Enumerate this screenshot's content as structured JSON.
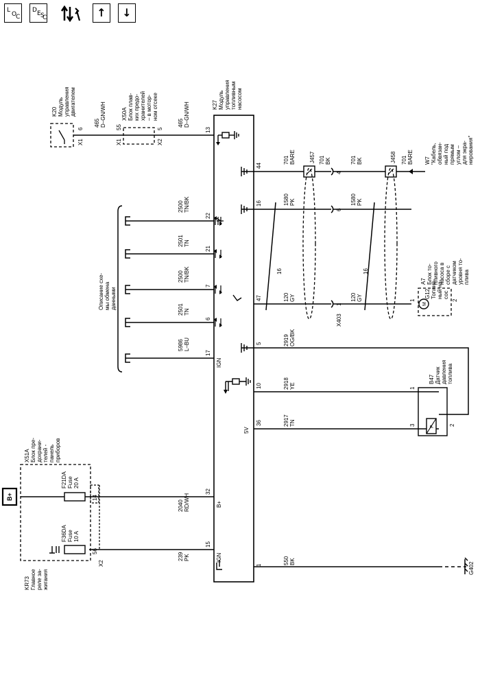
{
  "toolbar": {
    "loc_main": "L",
    "loc_sub1": "O",
    "loc_sub2": "C",
    "desc_main": "D",
    "desc_sub1": "E",
    "desc_sub2": "S",
    "desc_sub3": "C",
    "up_arrow": "↑",
    "down_arrow": "↓",
    "icons": [
      "loc-icon",
      "desc-icon",
      "wrench-arrows-icon",
      "arrow-up-icon",
      "arrow-down-icon"
    ]
  },
  "diagram": {
    "bplus": "B+",
    "x51a": [
      "X51A",
      "Блок пре-",
      "дохрани-",
      "телей -",
      "панель",
      "приборов"
    ],
    "kr73": [
      "KR73",
      "Главное",
      "реле за-",
      "жигания"
    ],
    "f36da": [
      "F36DA",
      "Fuse",
      "10 A"
    ],
    "f21da": [
      "F21DA",
      "Fuse",
      "20 A"
    ],
    "x2_pin56": "56",
    "x2_pin14": "14",
    "x2": "X2",
    "w239": [
      "239",
      "PK"
    ],
    "w2040": [
      "2040",
      "RD/WH"
    ],
    "w550": [
      "550",
      "BK"
    ],
    "g402": "G402",
    "k20": [
      "K20",
      "Модуль",
      "управления",
      "двигателем"
    ],
    "x1a": "X1",
    "pin6a": "6",
    "x50a": [
      "X50A",
      "Блок плав-",
      "ких предо-",
      "хранителей",
      "– в мотор-",
      "ном отсеке"
    ],
    "x1b": "X1",
    "pin55": "55",
    "x2b": "X2",
    "pin5": "5",
    "w465a": [
      "465",
      "D–GN/WH"
    ],
    "w465b": [
      "465",
      "D–GN/WH"
    ],
    "k27": [
      "K27",
      "Модуль",
      "управления",
      "топливным",
      "насосом"
    ],
    "pins": {
      "p13": "13",
      "p22": "22",
      "p21": "21",
      "p7": "7",
      "p6": "6",
      "p17": "17",
      "p32": "32",
      "p15": "15",
      "p1": "1",
      "p44": "44",
      "p16": "16",
      "p47": "47",
      "p5": "5",
      "p10": "10",
      "p36": "36"
    },
    "ign_a": "IGN",
    "ign_b": "IGN",
    "bplus_pin": "B+",
    "v5": "5V",
    "w2500a": [
      "2500",
      "TN/BK"
    ],
    "w2501a": [
      "2501",
      "TN"
    ],
    "w2500b": [
      "2500",
      "TN/BK"
    ],
    "w2501b": [
      "2501",
      "TN"
    ],
    "w5986": [
      "5986",
      "L–BU"
    ],
    "serial": [
      "Описание схе-",
      "мы обмена",
      "данными"
    ],
    "w701a": [
      "701",
      "BARE"
    ],
    "w701b": [
      "701",
      "BK"
    ],
    "w701c": [
      "701",
      "BK"
    ],
    "w701d": [
      "701",
      "BARE"
    ],
    "j457": "J457",
    "j458": "J458",
    "w1580a": [
      "1580",
      "PK"
    ],
    "w1580b": [
      "1580",
      "PK"
    ],
    "w120a": [
      "120",
      "GY"
    ],
    "w120b": [
      "120",
      "GY"
    ],
    "x403": "X403",
    "c4": "4",
    "c6": "6",
    "c1": "1",
    "twist16a": "16",
    "twist16b": "16",
    "w7": [
      "W7",
      "\"Кабель,",
      "обвязан-",
      "ный под",
      "прямым",
      "углом –",
      "для экра-",
      "нирования\""
    ],
    "a7": [
      "A7",
      "Блок то-",
      "пливного",
      "насоса в",
      "сборе с",
      "датчиком",
      "уровня то-",
      "плива"
    ],
    "g12": [
      "G12",
      "Топлив-",
      "ный на-",
      "сос"
    ],
    "m": "M",
    "g12p1": "1",
    "g12p2": "2",
    "w2919": [
      "2919",
      "OG/BK"
    ],
    "w2918": [
      "2918",
      "YE"
    ],
    "w2917": [
      "2917",
      "TN"
    ],
    "b47": [
      "B47",
      "Датчик",
      "давления",
      "топлива"
    ],
    "b47p1": "1",
    "b47p2": "2",
    "b47p3": "3",
    "pres": "P"
  }
}
